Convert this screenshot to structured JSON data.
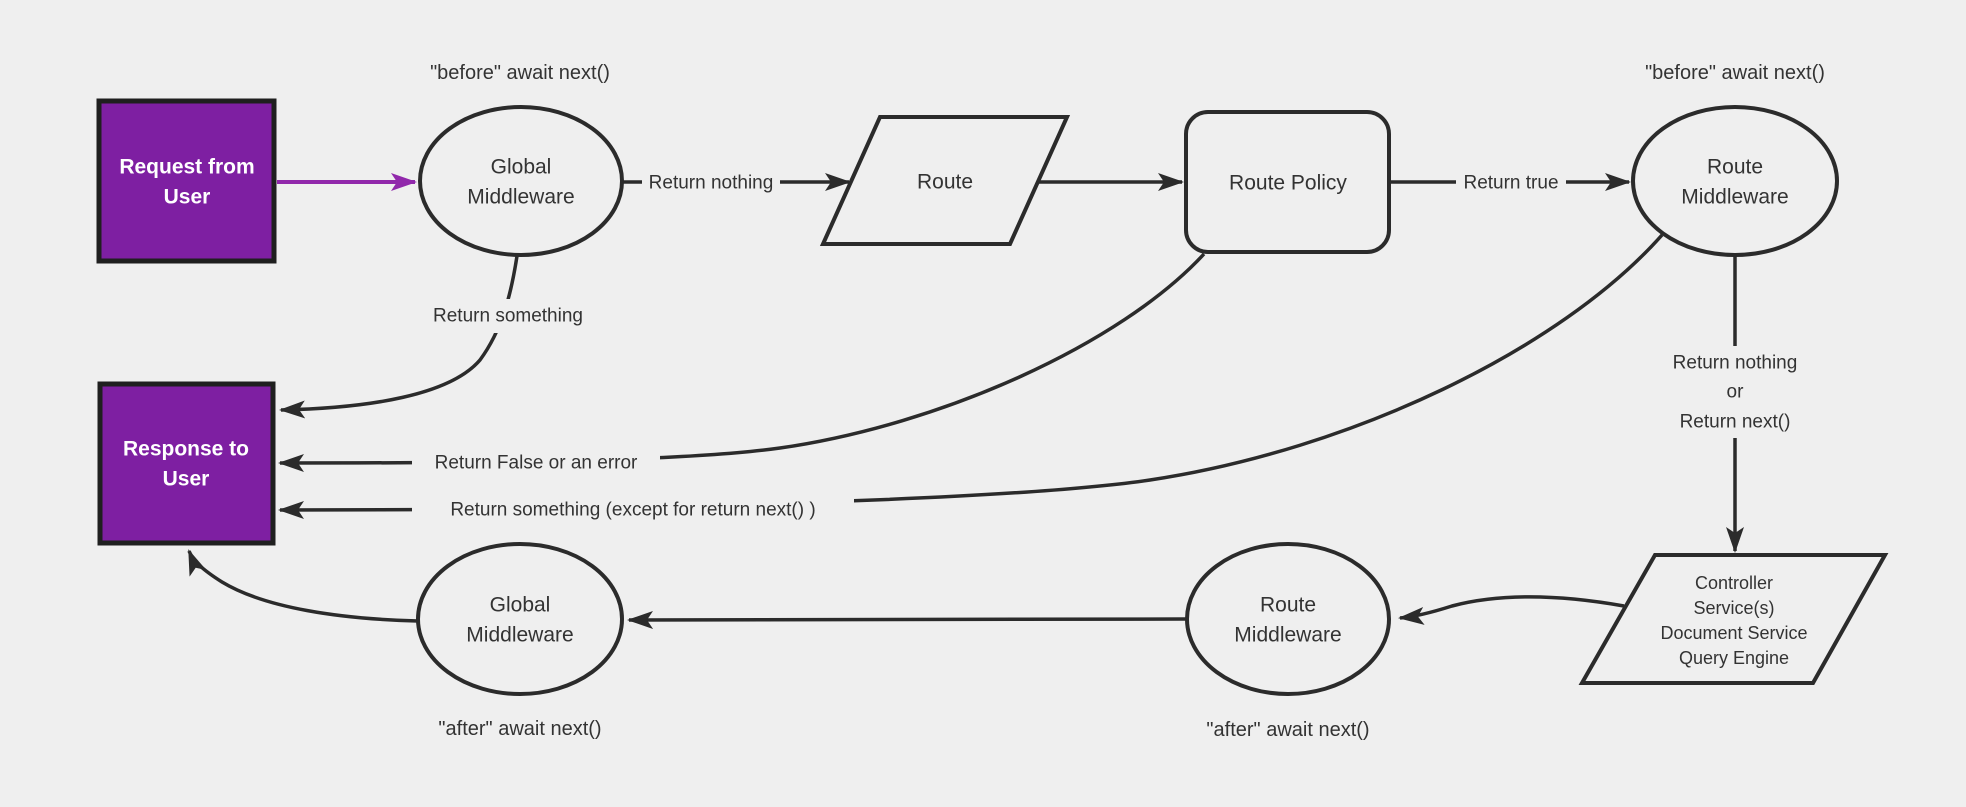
{
  "diagram": {
    "colors": {
      "background": "#efefef",
      "purple_fill": "#7e1fa2",
      "purple_arrow": "#9128ab",
      "line": "#2b2b2b",
      "text": "#333333",
      "box_text": "#ffffff"
    },
    "nodes": {
      "request_box": {
        "lines": [
          "Request from",
          "User"
        ]
      },
      "response_box": {
        "lines": [
          "Response to",
          "User"
        ]
      },
      "global_mw_top": {
        "lines": [
          "Global",
          "Middleware"
        ]
      },
      "route": {
        "label": "Route"
      },
      "route_policy": {
        "label": "Route Policy"
      },
      "route_mw_top": {
        "lines": [
          "Route",
          "Middleware"
        ]
      },
      "services": {
        "lines": [
          "Controller",
          "Service(s)",
          "Document Service",
          "Query Engine"
        ]
      },
      "route_mw_bottom": {
        "lines": [
          "Route",
          "Middleware"
        ]
      },
      "global_mw_bottom": {
        "lines": [
          "Global",
          "Middleware"
        ]
      }
    },
    "annotations": {
      "before_left": "\"before\" await next()",
      "before_right": "\"before\" await next()",
      "after_left": "\"after\" await next()",
      "after_right": "\"after\" await next()"
    },
    "edge_labels": {
      "return_nothing": "Return nothing",
      "return_true": "Return true",
      "return_something": "Return something",
      "return_false": "Return False or an error",
      "return_something_except": "Return something (except for return next() )",
      "return_nothing_or": {
        "lines": [
          "Return nothing",
          "or",
          "Return next()"
        ]
      }
    }
  }
}
